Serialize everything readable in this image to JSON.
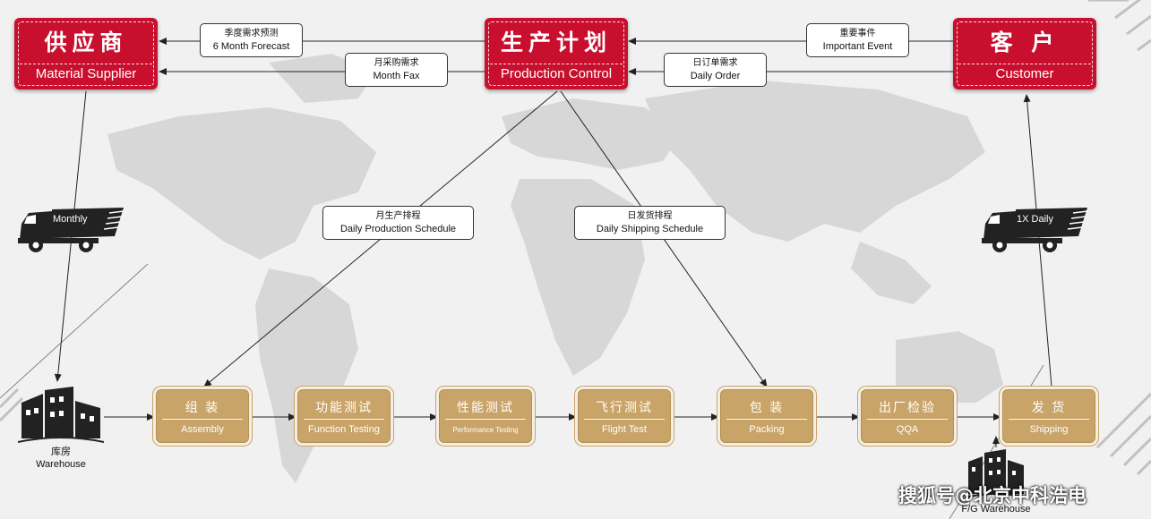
{
  "top_nodes": {
    "supplier": {
      "cn": "供应商",
      "en": "Material Supplier"
    },
    "production": {
      "cn": "生产计划",
      "en": "Production Control"
    },
    "customer": {
      "cn": "客 户",
      "en": "Customer"
    }
  },
  "flow_labels": {
    "forecast": {
      "cn": "季度需求预测",
      "en": "6 Month Forecast"
    },
    "month_fax": {
      "cn": "月采购需求",
      "en": "Month Fax"
    },
    "important_event": {
      "cn": "重要事件",
      "en": "Important Event"
    },
    "daily_order": {
      "cn": "日订单需求",
      "en": "Daily Order"
    },
    "production_schedule": {
      "cn": "月生产排程",
      "en": "Daily Production Schedule"
    },
    "shipping_schedule": {
      "cn": "日发货排程",
      "en": "Daily Shipping Schedule"
    }
  },
  "trucks": {
    "monthly": "Monthly",
    "daily": "1X Daily"
  },
  "warehouses": {
    "warehouse": {
      "cn": "库房",
      "en": "Warehouse"
    },
    "fg_warehouse": {
      "en": "F/G Warehouse"
    }
  },
  "steps": [
    {
      "cn": "组 装",
      "en": "Assembly"
    },
    {
      "cn": "功能测试",
      "en": "Function Testing"
    },
    {
      "cn": "性能测试",
      "en": "Performance Testing"
    },
    {
      "cn": "飞行测试",
      "en": "Flight Test"
    },
    {
      "cn": "包 装",
      "en": "Packing"
    },
    {
      "cn": "出厂检验",
      "en": "QQA"
    },
    {
      "cn": "发 货",
      "en": "Shipping"
    }
  ],
  "watermark": "搜狐号@北京中科浩电",
  "colors": {
    "red": "#c8102e",
    "gold": "#c9a468",
    "map": "#d6d6d6"
  }
}
